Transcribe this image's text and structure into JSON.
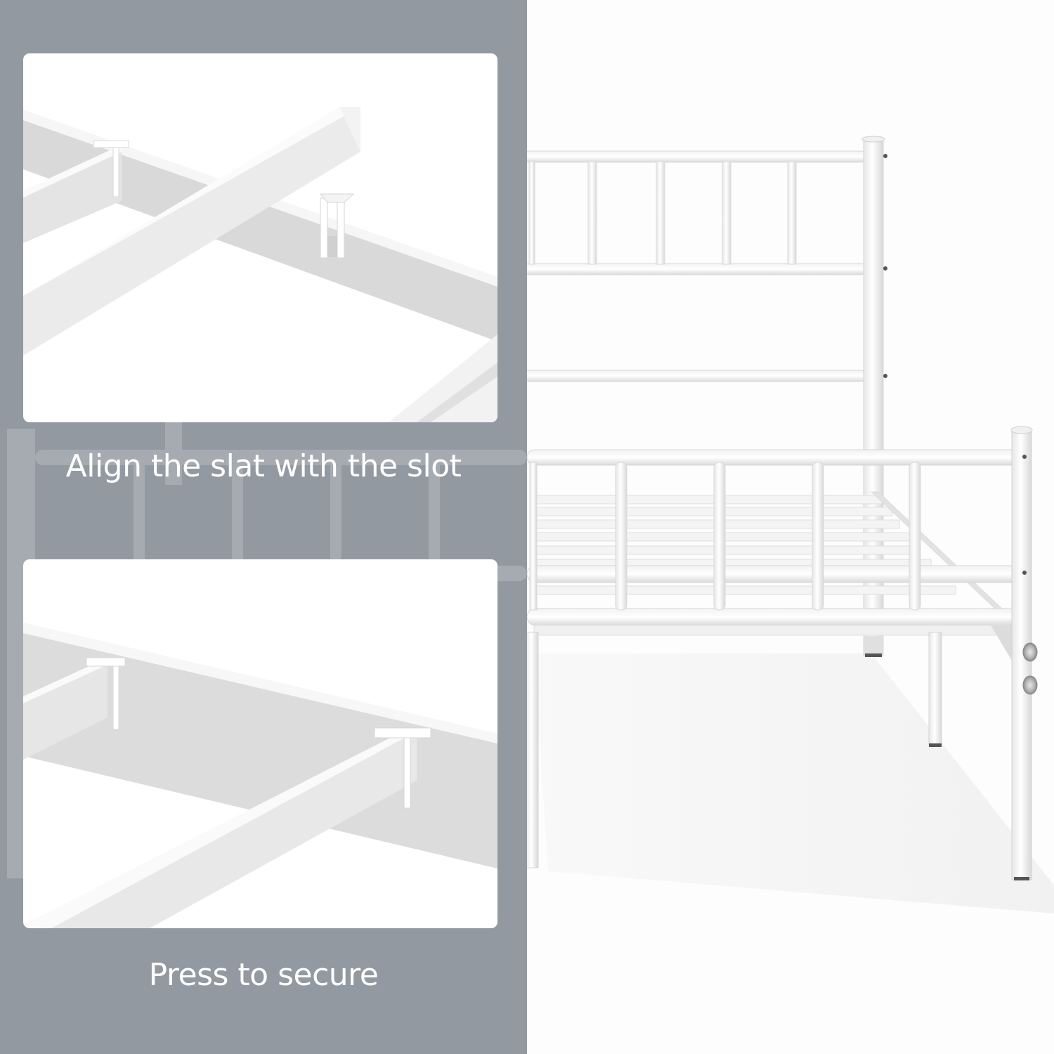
{
  "panel": {
    "background_color": "#9399a1",
    "steps": [
      {
        "caption": "Align the slat with the slot",
        "illustration": "slat-above-slot-closeup"
      },
      {
        "caption": "Press to secure",
        "illustration": "slat-secured-in-slot-closeup"
      }
    ]
  },
  "product": {
    "illustration": "white-metal-platform-bed-frame",
    "color": "#ffffff",
    "features": [
      "spindle-headboard",
      "spindle-footboard",
      "metal-slats",
      "bolt-connectors",
      "square-legs"
    ]
  }
}
